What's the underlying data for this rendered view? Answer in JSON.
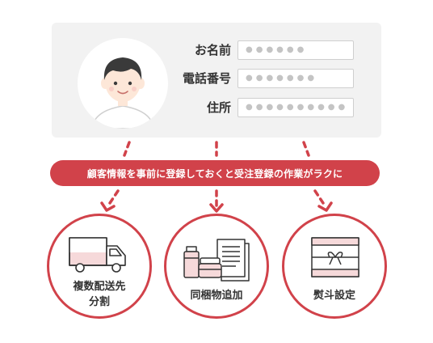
{
  "form": {
    "fields": [
      {
        "label": "お名前",
        "mask": "●●●●●●"
      },
      {
        "label": "電話番号",
        "mask": "●●●●●●●"
      },
      {
        "label": "住所",
        "mask": "●●●●●●●●●●"
      }
    ]
  },
  "banner": {
    "text": "顧客情報を事前に登録しておくと受注登録の作業がラクに"
  },
  "features": [
    {
      "line1": "複数配送先",
      "line2": "分割",
      "icon": "delivery-truck-icon"
    },
    {
      "line1": "同梱物追加",
      "line2": "",
      "icon": "enclosure-items-icon"
    },
    {
      "line1": "熨斗設定",
      "line2": "",
      "icon": "gift-box-icon"
    }
  ],
  "colors": {
    "accent": "#d1424a",
    "card_bg": "#f2f2f2",
    "field_border": "#cfcfcf",
    "mask_dot": "#c4c4c4",
    "skin": "#fde7d8",
    "hair": "#3a3a3a",
    "pink_fill": "#f6d9da"
  }
}
